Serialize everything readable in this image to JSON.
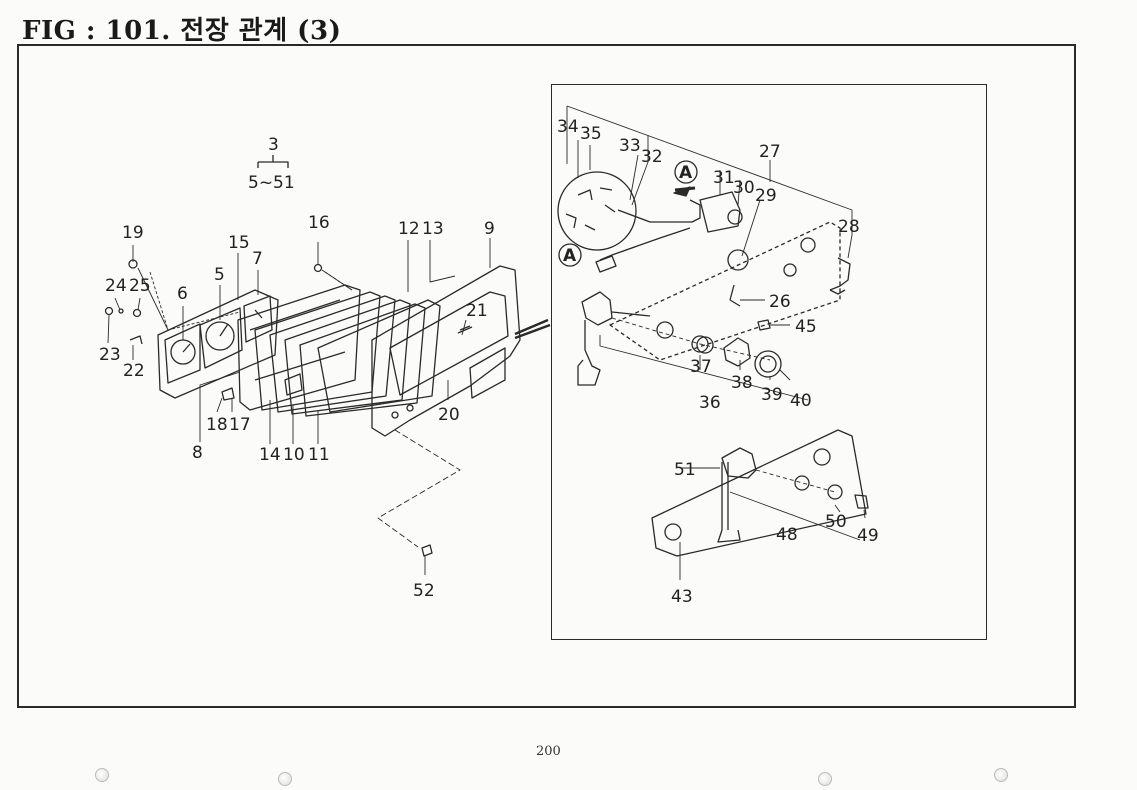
{
  "header": {
    "title": "FIG : 101.  전장 관계 (3)"
  },
  "footer": {
    "page_number": "200"
  },
  "diagram": {
    "group_label": "3",
    "group_range": "5~51",
    "inset_marker": "A",
    "callouts": {
      "c3": "3",
      "c5": "5",
      "c6": "6",
      "c7": "7",
      "c8": "8",
      "c9": "9",
      "c10": "10",
      "c11": "11",
      "c12": "12",
      "c13": "13",
      "c14": "14",
      "c15": "15",
      "c16": "16",
      "c17": "17",
      "c18": "18",
      "c19": "19",
      "c20": "20",
      "c21": "21",
      "c22": "22",
      "c23": "23",
      "c24": "24",
      "c25": "25",
      "c26": "26",
      "c27": "27",
      "c28": "28",
      "c29": "29",
      "c30": "30",
      "c31": "31",
      "c32": "32",
      "c33": "33",
      "c34": "34",
      "c35": "35",
      "c36": "36",
      "c37": "37",
      "c38": "38",
      "c39": "39",
      "c40": "40",
      "c43": "43",
      "c45": "45",
      "c48": "48",
      "c49": "49",
      "c50": "50",
      "c51": "51",
      "c52": "52"
    }
  }
}
